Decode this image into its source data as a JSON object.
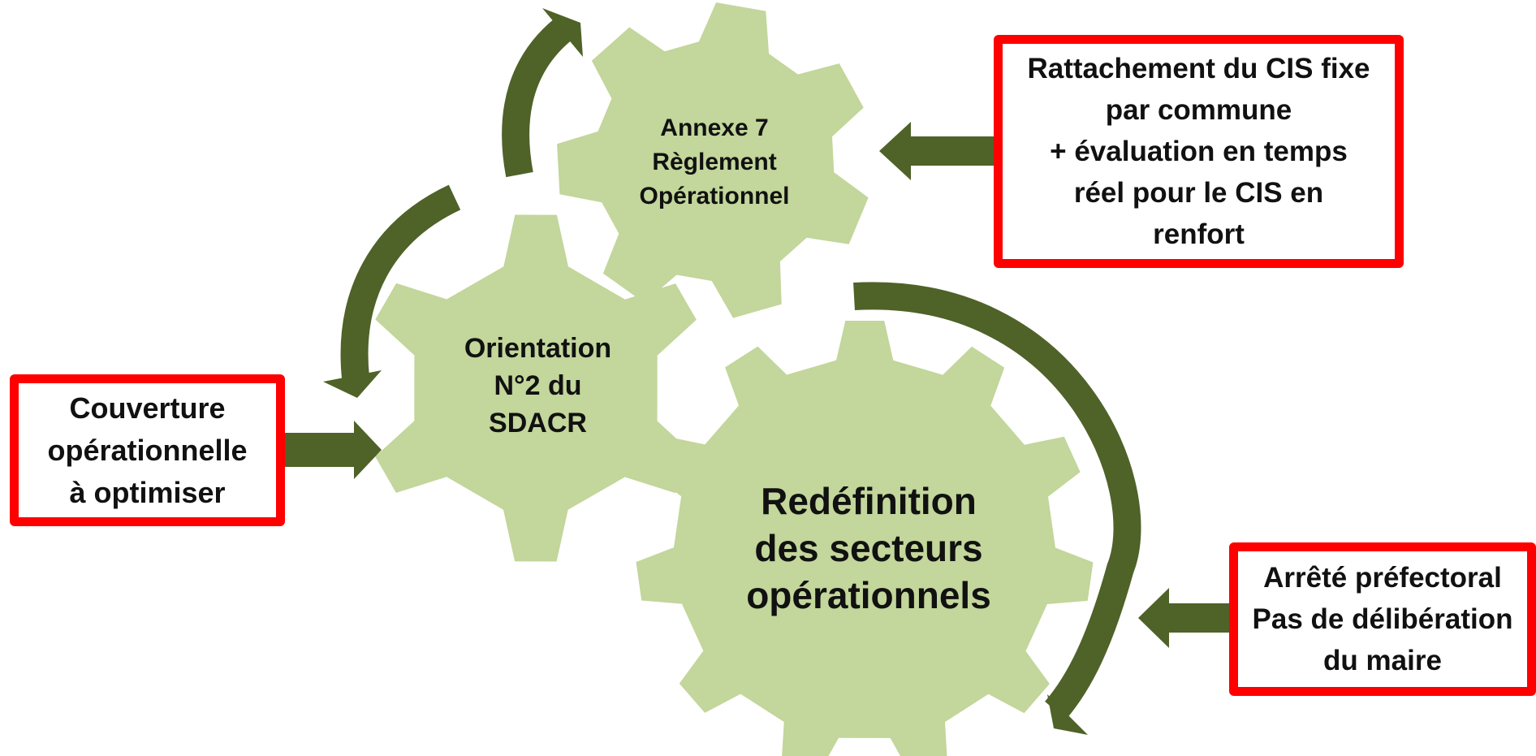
{
  "colors": {
    "gear_fill": "#c3d69b",
    "arrow_fill": "#4f6228",
    "box_border": "#ff0000",
    "text": "#111111",
    "background": "#ffffff"
  },
  "gears": {
    "small": {
      "lines": [
        "Annexe 7",
        "Règlement",
        "Opérationnel"
      ]
    },
    "medium": {
      "lines": [
        "Orientation",
        "N°2 du",
        "SDACR"
      ]
    },
    "large": {
      "lines": [
        "Redéfinition",
        "des secteurs",
        "opérationnels"
      ]
    }
  },
  "boxes": {
    "left": {
      "lines": [
        "Couverture",
        "opérationnelle",
        "à optimiser"
      ]
    },
    "top_right": {
      "lines": [
        "Rattachement du CIS fixe",
        "par commune",
        "+ évaluation en temps",
        "réel pour le CIS en",
        "renfort"
      ]
    },
    "bottom_right": {
      "lines": [
        "Arrêté préfectoral",
        "Pas de délibération",
        "du maire"
      ]
    }
  }
}
